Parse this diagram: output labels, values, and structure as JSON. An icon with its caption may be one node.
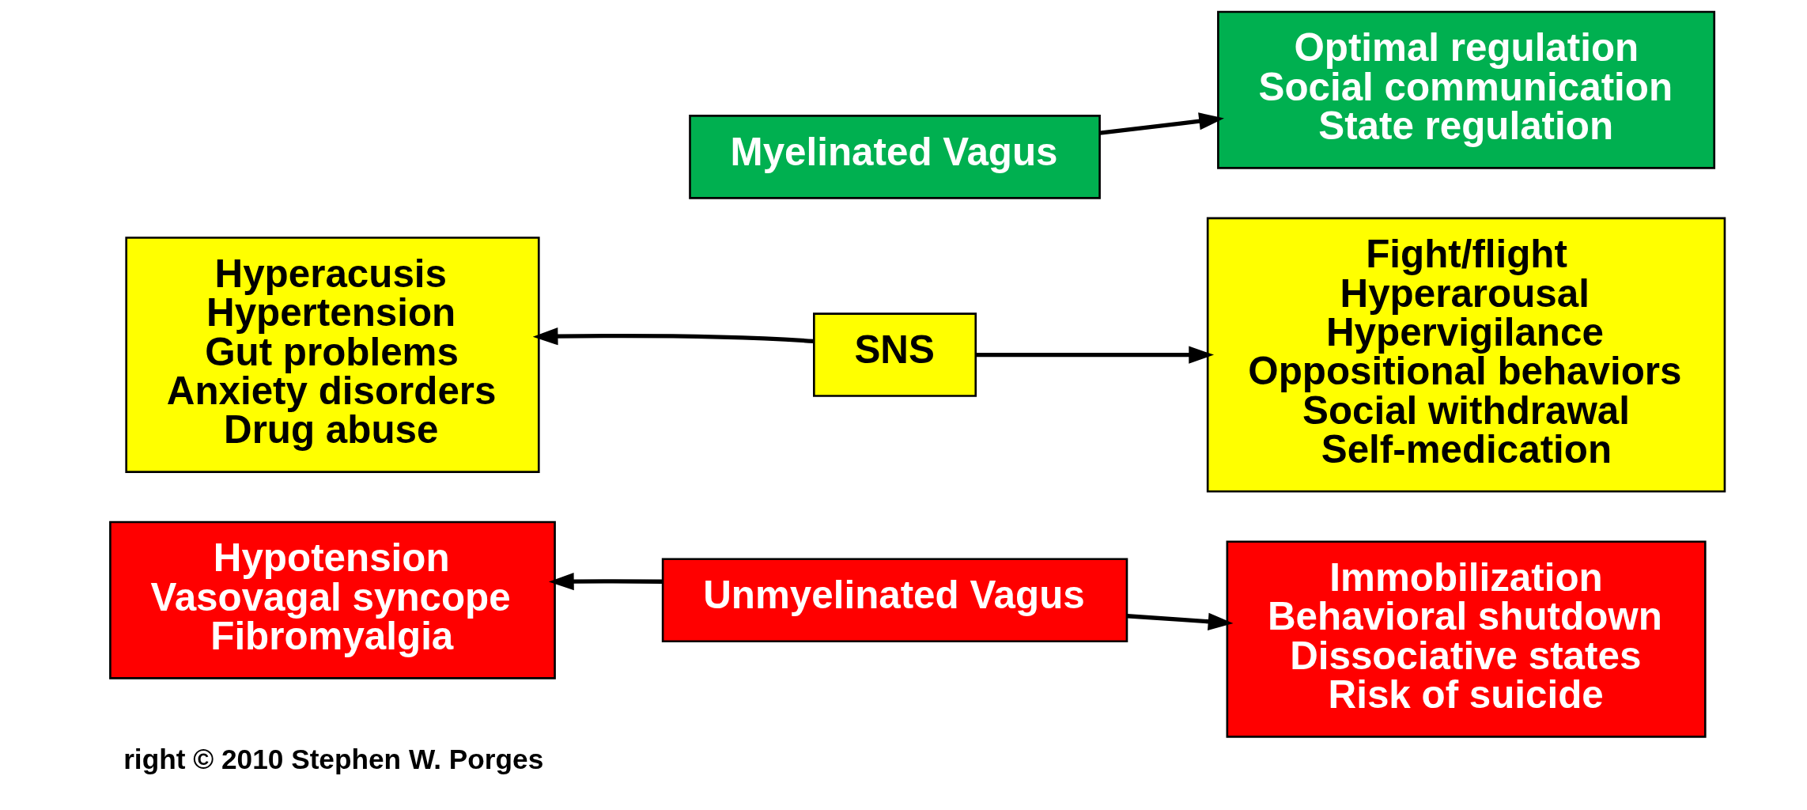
{
  "diagram": {
    "nodes": [
      {
        "text": [
          "Myelinated Vagus"
        ]
      },
      {
        "text": [
          "Optimal regulation",
          "Social communication",
          "State regulation"
        ]
      },
      {
        "text": [
          "Hyperacusis",
          "Hypertension",
          "Gut problems",
          "Anxiety disorders",
          "Drug abuse"
        ]
      },
      {
        "text": [
          "SNS"
        ]
      },
      {
        "text": [
          "Fight/flight",
          "Hyperarousal",
          "Hypervigilance",
          "Oppositional behaviors",
          "Social withdrawal",
          "Self-medication"
        ]
      },
      {
        "text": [
          "Hypotension",
          "Vasovagal syncope",
          "Fibromyalgia"
        ]
      },
      {
        "text": [
          "Unmyelinated Vagus"
        ]
      },
      {
        "text": [
          "Immobilization",
          "Behavioral shutdown",
          "Dissociative states",
          "Risk of suicide"
        ]
      }
    ],
    "edges": [
      {
        "from": 0,
        "to": 1,
        "arrow": "to"
      },
      {
        "from": 3,
        "to": 2,
        "arrow": "to"
      },
      {
        "from": 3,
        "to": 4,
        "arrow": "to"
      },
      {
        "from": 6,
        "to": 5,
        "arrow": "to"
      },
      {
        "from": 6,
        "to": 7,
        "arrow": "to"
      }
    ],
    "labels": [
      "right © 2010 Stephen W. Porges"
    ]
  }
}
